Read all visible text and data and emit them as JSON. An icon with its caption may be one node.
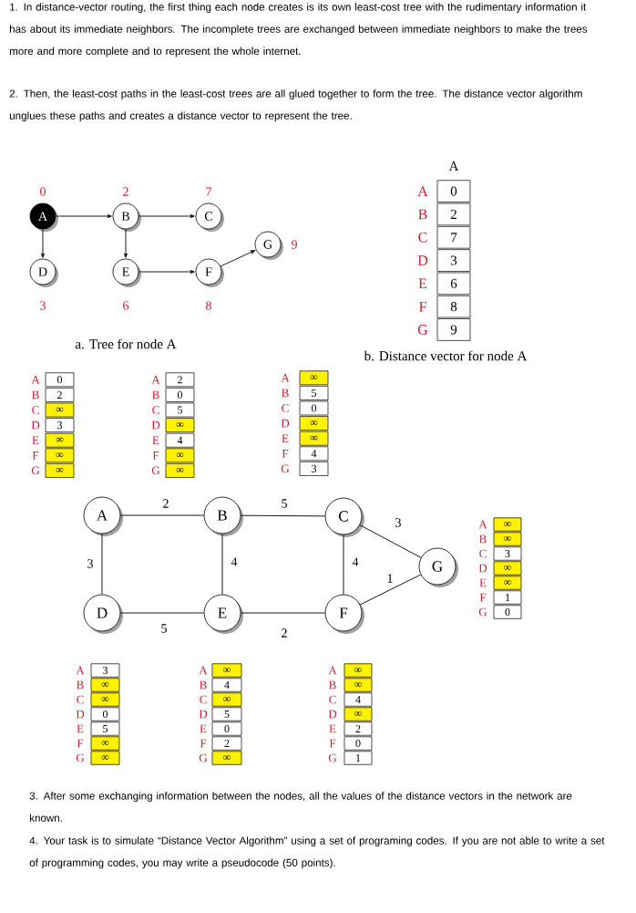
{
  "diagram": {
    "nodes": [
      {
        "text": [
          "A"
        ],
        "beside": [
          "0"
        ]
      },
      {
        "text": [
          "B"
        ],
        "beside": [
          "2"
        ]
      },
      {
        "text": [
          "C"
        ],
        "beside": [
          "7"
        ]
      },
      {
        "text": [
          "D"
        ],
        "beside": [
          "3"
        ]
      },
      {
        "text": [
          "E"
        ],
        "beside": [
          "6"
        ]
      },
      {
        "text": [
          "F"
        ],
        "beside": [
          "8"
        ]
      },
      {
        "text": [
          "G"
        ],
        "beside": [
          "9"
        ]
      },
      {
        "text": [
          "A"
        ]
      },
      {
        "text": [
          "B"
        ]
      },
      {
        "text": [
          "C"
        ]
      },
      {
        "text": [
          "D"
        ]
      },
      {
        "text": [
          "E"
        ]
      },
      {
        "text": [
          "F"
        ]
      },
      {
        "text": [
          "G"
        ]
      }
    ],
    "edges": [
      {
        "from": 0,
        "to": 1,
        "arrow": "to"
      },
      {
        "from": 1,
        "to": 2,
        "arrow": "to"
      },
      {
        "from": 0,
        "to": 3,
        "arrow": "to"
      },
      {
        "from": 1,
        "to": 4,
        "arrow": "to"
      },
      {
        "from": 4,
        "to": 5,
        "arrow": "to"
      },
      {
        "from": 5,
        "to": 6,
        "arrow": "to"
      },
      {
        "from": 7,
        "to": 8,
        "arrow": "none",
        "label": "2"
      },
      {
        "from": 8,
        "to": 9,
        "arrow": "none",
        "label": "5"
      },
      {
        "from": 9,
        "to": 13,
        "arrow": "none",
        "label": "3"
      },
      {
        "from": 7,
        "to": 10,
        "arrow": "none",
        "label": "3"
      },
      {
        "from": 8,
        "to": 11,
        "arrow": "none",
        "label": "4"
      },
      {
        "from": 9,
        "to": 12,
        "arrow": "none",
        "label": "4"
      },
      {
        "from": 12,
        "to": 13,
        "arrow": "none",
        "label": "1"
      },
      {
        "from": 10,
        "to": 11,
        "arrow": "none",
        "label": "5"
      },
      {
        "from": 11,
        "to": 12,
        "arrow": "none",
        "label": "2"
      }
    ],
    "labels": [
      "1. In distance-vector routing, the first thing each node creates is its own least-cost tree with the rudimentary information it has about its immediate neighbors. The incomplete trees are exchanged between immediate neighbors to make the trees more and more complete and to represent the whole internet.",
      "2. Then, the least-cost paths in the least-cost trees are all glued together to form the tree. The distance vector algorithm unglues these paths and creates a distance vector to represent the tree.",
      "A",
      "A",
      "0",
      "B",
      "2",
      "C",
      "7",
      "D",
      "3",
      "E",
      "6",
      "F",
      "8",
      "G",
      "9",
      "a. Tree for node A",
      "b. Distance vector for node A",
      "A",
      "0",
      "B",
      "2",
      "C",
      "∞",
      "D",
      "3",
      "E",
      "∞",
      "F",
      "∞",
      "G",
      "∞",
      "A",
      "2",
      "B",
      "0",
      "C",
      "5",
      "D",
      "∞",
      "E",
      "4",
      "F",
      "∞",
      "G",
      "∞",
      "A",
      "∞",
      "B",
      "5",
      "C",
      "0",
      "D",
      "∞",
      "E",
      "∞",
      "F",
      "4",
      "G",
      "3",
      "A",
      "∞",
      "B",
      "∞",
      "C",
      "3",
      "D",
      "∞",
      "E",
      "∞",
      "F",
      "1",
      "G",
      "0",
      "A",
      "3",
      "B",
      "∞",
      "C",
      "∞",
      "D",
      "0",
      "E",
      "5",
      "F",
      "∞",
      "G",
      "∞",
      "A",
      "∞",
      "B",
      "4",
      "C",
      "∞",
      "D",
      "5",
      "E",
      "0",
      "F",
      "2",
      "G",
      "∞",
      "A",
      "∞",
      "B",
      "∞",
      "C",
      "4",
      "D",
      "∞",
      "E",
      "2",
      "F",
      "0",
      "G",
      "1",
      "3. After some exchanging information between the nodes, all the values of the distance vectors in the network are known.",
      "4. Your task is to simulate “Distance Vector Algorithm” using a set of programing codes. If you are not able to write a set of programming codes, you may write a pseudocode (50 points)."
    ]
  }
}
